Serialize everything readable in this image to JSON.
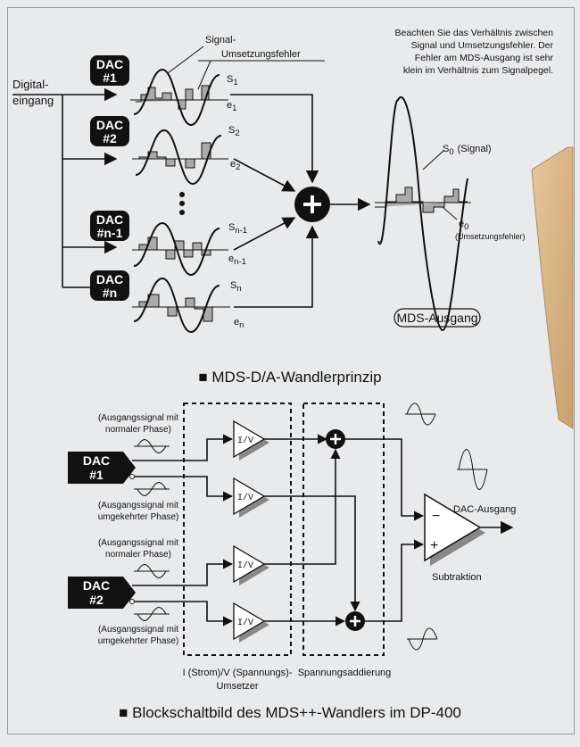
{
  "top": {
    "input_label_line1": "Digital-",
    "input_label_line2": "eingang",
    "signal_label": "Signal-",
    "error_label": "Umsetzungsfehler",
    "dacs": [
      {
        "line1": "DAC",
        "line2": "#1",
        "s": "S",
        "s_sub": "1",
        "e": "e",
        "e_sub": "1"
      },
      {
        "line1": "DAC",
        "line2": "#2",
        "s": "S",
        "s_sub": "2",
        "e": "e",
        "e_sub": "2"
      },
      {
        "line1": "DAC",
        "line2": "#n-1",
        "s": "S",
        "s_sub": "n-1",
        "e": "e",
        "e_sub": "n-1"
      },
      {
        "line1": "DAC",
        "line2": "#n",
        "s": "S",
        "s_sub": "n",
        "e": "e",
        "e_sub": "n"
      }
    ],
    "note_line1": "Beachten Sie das Verhältnis zwischen",
    "note_line2": "Signal und Umsetzungsfehler. Der",
    "note_line3": "Fehler am MDS-Ausgang ist sehr",
    "note_line4": "klein im Verhältnis zum Signalpegel.",
    "s0": "S",
    "s0_sub": "0",
    "s0_signal": "(Signal)",
    "e0": "e",
    "e0_sub": "0",
    "e0_label": "(Umsetzungsfehler)",
    "output_label": "MDS-Ausgang",
    "caption": "■ MDS-D/A-Wandlerprinzip"
  },
  "bottom": {
    "normal_phase_line1": "(Ausgangssignal mit",
    "normal_phase_line2": "normaler Phase)",
    "inverted_phase_line1": "(Ausgangssignal mit",
    "inverted_phase_line2": "umgekehrter Phase)",
    "dac1_line1": "DAC",
    "dac1_line2": "#1",
    "dac2_line1": "DAC",
    "dac2_line2": "#2",
    "iv_label": "I/V",
    "dac_output": "DAC-Ausgang",
    "subtraction": "Subtraktion",
    "converter_line1": "I (Strom)/V (Spannungs)-",
    "converter_line2": "Umsetzer",
    "voltage_add": "Spannungsaddierung",
    "minus": "−",
    "plus": "+",
    "caption": "■ Blockschaltbild des MDS++-Wandlers im DP-400"
  }
}
